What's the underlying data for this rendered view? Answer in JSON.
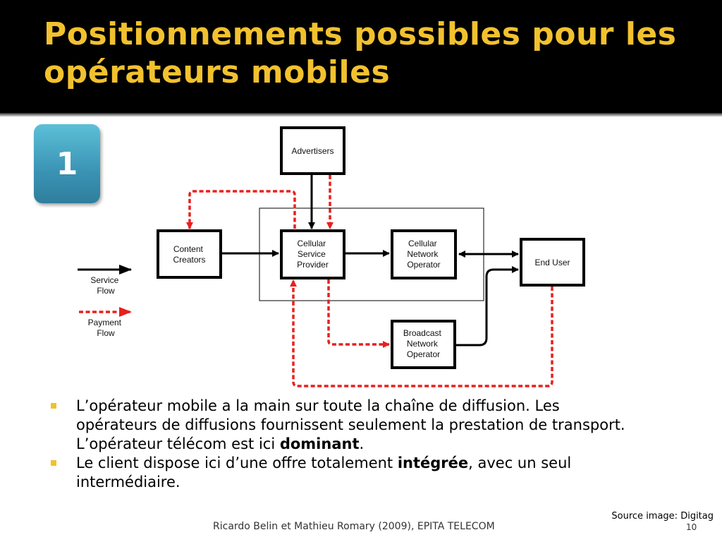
{
  "slide": {
    "title_line1": "Positionnements possibles pour les",
    "title_line2": "opérateurs mobiles",
    "badge": "1",
    "colors": {
      "title": "#f2c12e",
      "badge": "#3a93b4",
      "payment_flow": "#e8201e",
      "service_flow": "#000000"
    }
  },
  "diagram": {
    "nodes": {
      "advertisers": [
        "Advertisers"
      ],
      "content_creators": [
        "Content",
        "Creators"
      ],
      "cellular_service_provider": [
        "Cellular",
        "Service",
        "Provider"
      ],
      "cellular_network_operator": [
        "Cellular",
        "Network",
        "Operator"
      ],
      "end_user": [
        "End User"
      ],
      "broadcast_network_operator": [
        "Broadcast",
        "Network",
        "Operator"
      ]
    },
    "legend": {
      "service_flow": [
        "Service",
        "Flow"
      ],
      "payment_flow": [
        "Payment",
        "Flow"
      ]
    }
  },
  "bullets": [
    {
      "before": "L’opérateur mobile a la main sur toute la chaîne de diffusion. Les opérateurs de diffusions fournissent seulement la prestation de transport. L’opérateur télécom est ici ",
      "bold": "dominant",
      "after": "."
    },
    {
      "before": "Le client dispose ici d’une offre totalement ",
      "bold": "intégrée",
      "after": ", avec un seul intermédiaire."
    }
  ],
  "source": "Source image: Digitag",
  "footer": "Ricardo Belin et Mathieu Romary (2009), EPITA TELECOM",
  "page_number": "10"
}
